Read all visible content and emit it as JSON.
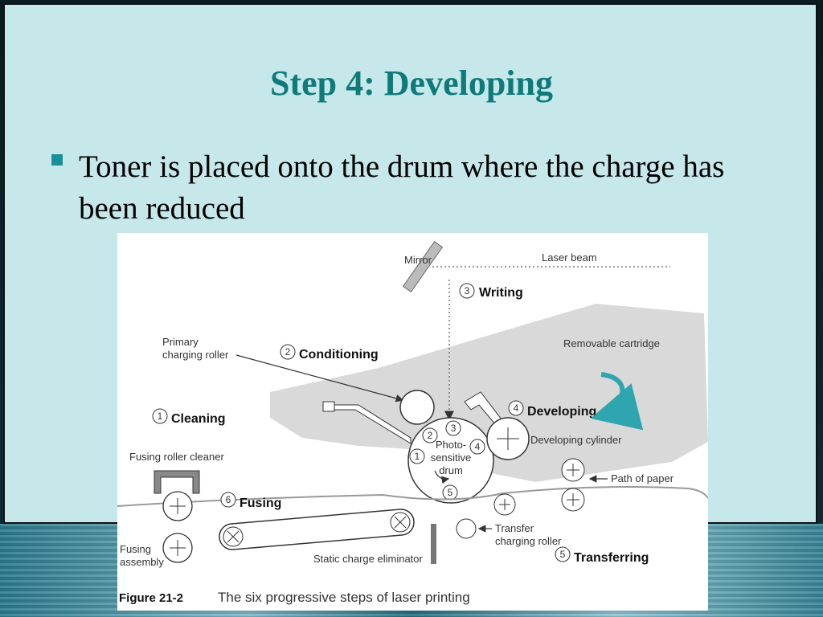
{
  "slide": {
    "title": "Step 4: Developing",
    "bullets": [
      {
        "text": "Toner is placed onto the drum where the charge has been reduced"
      }
    ]
  },
  "figure": {
    "labels": {
      "mirror": "Mirror",
      "laser_beam": "Laser beam",
      "removable_cartridge": "Removable cartridge",
      "primary_charging_roller_1": "Primary",
      "primary_charging_roller_2": "charging roller",
      "drum_1": "Photo-",
      "drum_2": "sensitive",
      "drum_3": "drum",
      "developing_cylinder": "Developing cylinder",
      "fusing_roller_cleaner": "Fusing roller cleaner",
      "path_of_paper": "Path of paper",
      "transfer_roller_1": "Transfer",
      "transfer_roller_2": "charging roller",
      "fusing_assembly_1": "Fusing",
      "fusing_assembly_2": "assembly",
      "static_charge_eliminator": "Static charge eliminator"
    },
    "steps": [
      {
        "num": "1",
        "label": "Cleaning"
      },
      {
        "num": "2",
        "label": "Conditioning"
      },
      {
        "num": "3",
        "label": "Writing"
      },
      {
        "num": "4",
        "label": "Developing"
      },
      {
        "num": "5",
        "label": "Transferring"
      },
      {
        "num": "6",
        "label": "Fusing"
      }
    ],
    "drum_markers": [
      "1",
      "2",
      "3",
      "4",
      "5"
    ],
    "caption_id": "Figure 21-2",
    "caption_text": "The six progressive steps of laser printing"
  },
  "colors": {
    "title": "#0f7a7a",
    "background": "#c7e8ea",
    "cartridge": "#d9d9d9",
    "arrow_accent": "#2fa5b0"
  }
}
